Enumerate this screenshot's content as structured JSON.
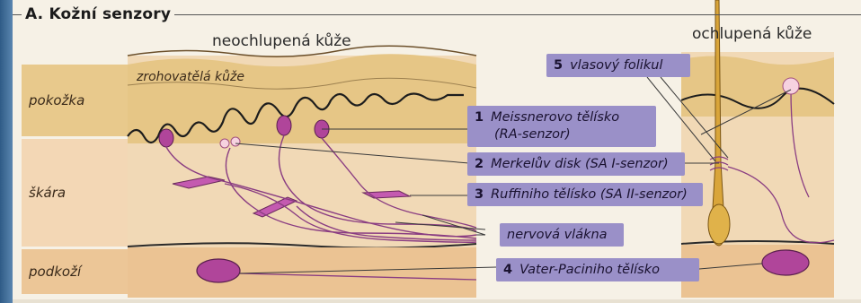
{
  "title": "A. Kožní senzory",
  "headings": {
    "hairless": "neochlupená kůže",
    "hairy": "ochlupená kůže",
    "keratin": "zrohovatělá kůže"
  },
  "layers": [
    {
      "label": "pokožka"
    },
    {
      "label": "škára"
    },
    {
      "label": "podkoží"
    }
  ],
  "labels": [
    {
      "num": "1",
      "text": "Meissnerovo tělísko",
      "text2": "(RA-senzor)"
    },
    {
      "num": "2",
      "text": "Merkelův disk (SA I-senzor)"
    },
    {
      "num": "3",
      "text": "Ruffiniho tělísko (SA II-senzor)"
    },
    {
      "num": "",
      "text": "nervová vlákna"
    },
    {
      "num": "4",
      "text": "Vater-Paciniho tělísko"
    },
    {
      "num": "5",
      "text": "vlasový folikul"
    }
  ],
  "colors": {
    "epidermis": "#e4c98f",
    "dermis": "#f0d6b0",
    "hypodermis": "#edc79a",
    "receptor": "#b0459a",
    "label_box": "#9a90c8",
    "hair": "#d9a53a"
  }
}
